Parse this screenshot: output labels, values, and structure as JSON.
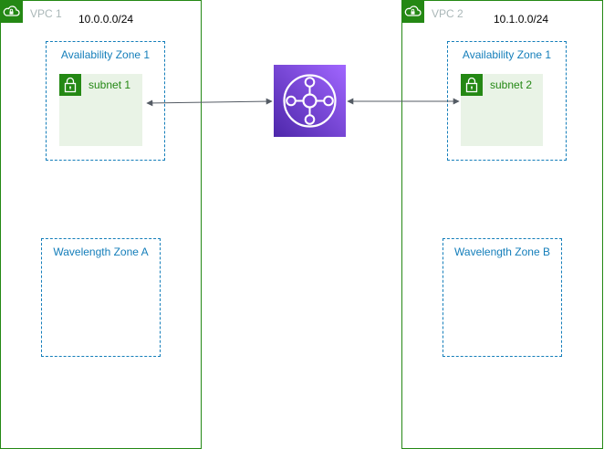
{
  "vpcs": [
    {
      "title": "VPC 1",
      "cidr": "10.0.0.0/24",
      "availability_zone": "Availability Zone 1",
      "subnet": "subnet 1",
      "wavelength_zone": "Wavelength Zone A"
    },
    {
      "title": "VPC 2",
      "cidr": "10.1.0.0/24",
      "availability_zone": "Availability Zone 1",
      "subnet": "subnet 2",
      "wavelength_zone": "Wavelength Zone B"
    }
  ],
  "icons": {
    "vpc": "vpc-cloud-icon",
    "subnet": "lock-icon",
    "hub": "transit-gateway-icon"
  },
  "colors": {
    "vpc_border": "#248814",
    "zone_border": "#147eba",
    "subnet_fill": "#e9f3e6",
    "hub_gradient_start": "#4d27aa",
    "hub_gradient_end": "#a166ff",
    "connector": "#545b64"
  }
}
